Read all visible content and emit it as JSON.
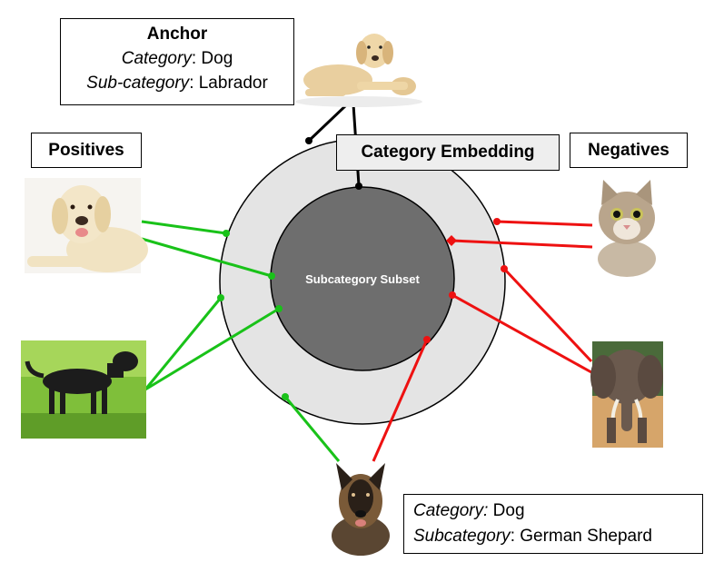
{
  "anchor": {
    "title": "Anchor",
    "category_key": "Category",
    "category_value": ": Dog",
    "subcategory_key": "Sub-category",
    "subcategory_value": ": Labrador"
  },
  "positives_label": "Positives",
  "negatives_label": "Negatives",
  "category_embedding_label": "Category Embedding",
  "subcategory_subset_label": "Subcategory Subset",
  "query": {
    "category_key": "Category:",
    "category_value": " Dog",
    "subcategory_key": "Subcategory",
    "subcategory_value": ": German Shepard"
  },
  "colors": {
    "positive": "#19c219",
    "negative": "#ee1111",
    "outer_circle": "#e4e4e4",
    "inner_circle": "#6e6e6e"
  },
  "images": [
    "anchor-labrador-image",
    "positive-labrador-image",
    "positive-black-labrador-image",
    "negative-cat-image",
    "negative-elephant-image",
    "german-shepherd-image"
  ]
}
